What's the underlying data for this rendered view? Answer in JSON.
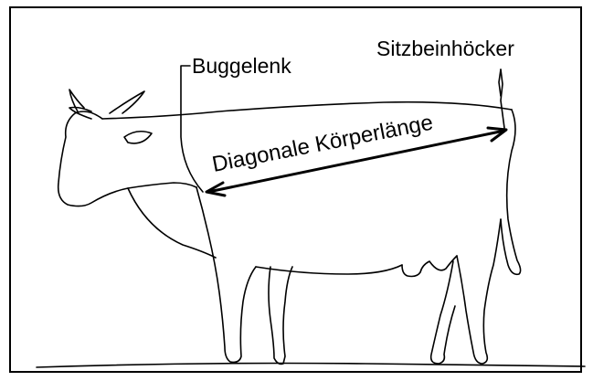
{
  "labels": {
    "shoulder_joint": "Buggelenk",
    "ischial_tuberosity": "Sitzbeinhöcker",
    "diagonal_body_length": "Diagonale Körperlänge"
  },
  "colors": {
    "line": "#000000",
    "background": "#ffffff"
  }
}
